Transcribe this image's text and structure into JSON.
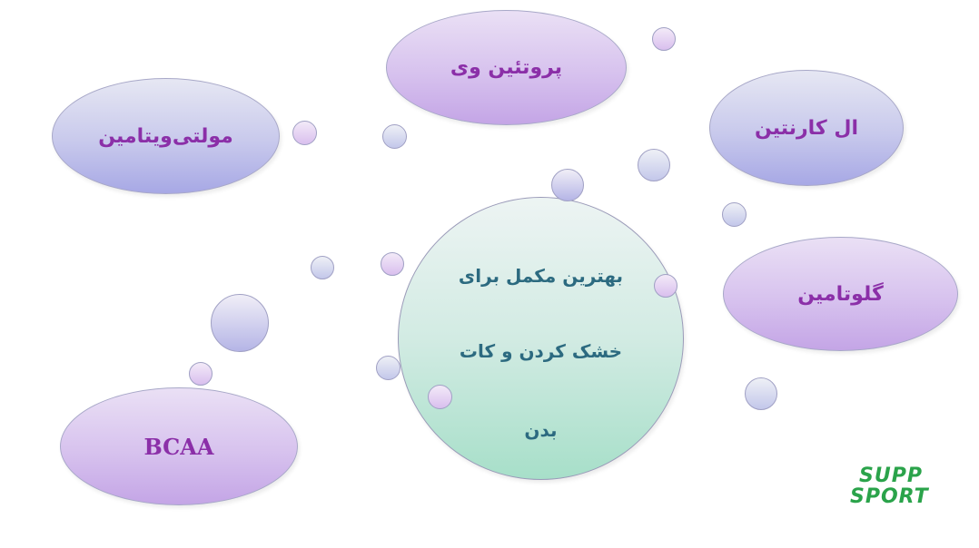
{
  "center": {
    "lines": [
      "بهترین مکمل برای",
      "خشک کردن و کات",
      "بدن"
    ]
  },
  "nodes": {
    "whey": "پروتئین وی",
    "multivitamin": "مولتی‌ویتامین",
    "carnitine": "ال کارنتین",
    "glutamine": "گلوتامین",
    "bcaa": "BCAA"
  },
  "logo": {
    "line1": "SUPP",
    "line2": "SPORT"
  },
  "colors": {
    "node_text": "#8b2fa8",
    "center_text": "#2c6a80",
    "logo": "#2aa34a"
  }
}
